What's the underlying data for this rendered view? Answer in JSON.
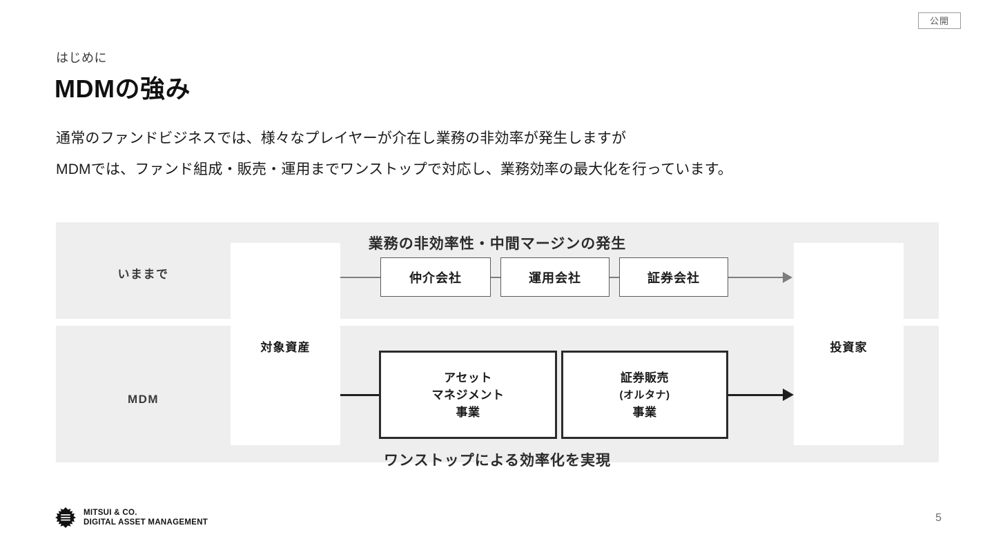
{
  "badge": {
    "label": "公開"
  },
  "header": {
    "eyebrow": "はじめに",
    "title": "MDMの強み"
  },
  "lead": {
    "line1": "通常のファンドビジネスでは、様々なプレイヤーが介在し業務の非効率が発生しますが",
    "line2": "MDMでは、ファンド組成・販売・運用までワンストップで対応し、業務効率の最大化を行っています。"
  },
  "diagram": {
    "captions": {
      "top": "業務の非効率性・中間マージンの発生",
      "bottom": "ワンストップによる効率化を実現"
    },
    "row_labels": {
      "legacy": "いままで",
      "mdm": "MDM"
    },
    "columns": {
      "asset": "対象資産",
      "investor": "投資家"
    },
    "legacy_boxes": [
      {
        "label": "仲介会社"
      },
      {
        "label": "運用会社"
      },
      {
        "label": "証券会社"
      }
    ],
    "mdm_boxes": [
      {
        "line1": "アセット",
        "line2": "マネジメント",
        "line3": "事業"
      },
      {
        "line1": "証券販売",
        "line2": "(オルタナ)",
        "line3": "事業"
      }
    ],
    "colors": {
      "band": "#eeeeee",
      "legacy_stroke": "#5a5a5a",
      "legacy_flow": "#7d7d7d",
      "mdm_stroke": "#2b2b2b",
      "mdm_flow": "#1f1f1f"
    }
  },
  "footer": {
    "logo_line1": "MITSUI & CO.",
    "logo_line2": "DIGITAL ASSET MANAGEMENT",
    "page_number": "5"
  }
}
